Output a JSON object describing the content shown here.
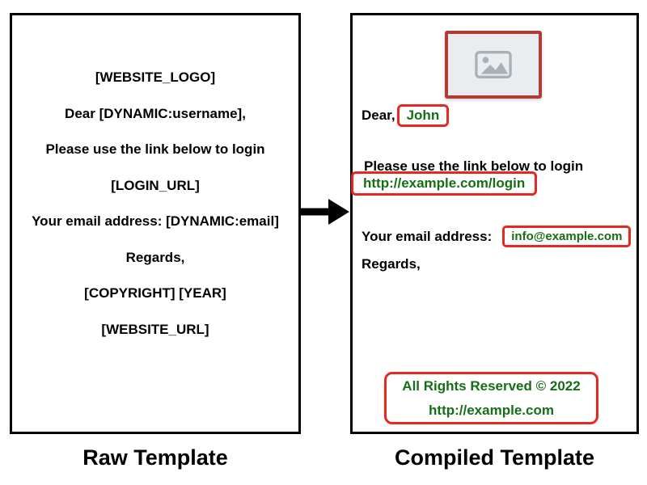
{
  "figure": {
    "raw_template": {
      "caption": "Raw Template",
      "lines": [
        "[WEBSITE_LOGO]",
        "Dear [DYNAMIC:username],",
        "Please use the link below to login",
        "[LOGIN_URL]",
        "Your email address: [DYNAMIC:email]",
        "Regards,",
        "[COPYRIGHT] [YEAR]",
        "[WEBSITE_URL]"
      ]
    },
    "compiled_template": {
      "caption": "Compiled Template",
      "greeting_prefix": "Dear,",
      "username": "John",
      "login_instruction": "Please use the link below to login",
      "login_url": "http://example.com/login",
      "email_label": "Your email address:",
      "email_value": "info@example.com",
      "signoff": "Regards,",
      "copyright_line": "All Rights Reserved © 2022",
      "website_url": "http://example.com"
    },
    "icons": {
      "logo_placeholder": "image-placeholder-icon",
      "arrow": "right-arrow-icon"
    },
    "colors": {
      "highlight_red": "#e62920",
      "dynamic_green": "#156e15",
      "placeholder_border_red": "#b23a37",
      "placeholder_gray": "#e9edf0",
      "icon_gray": "#a9b1b8",
      "text_black": "#000000"
    }
  }
}
